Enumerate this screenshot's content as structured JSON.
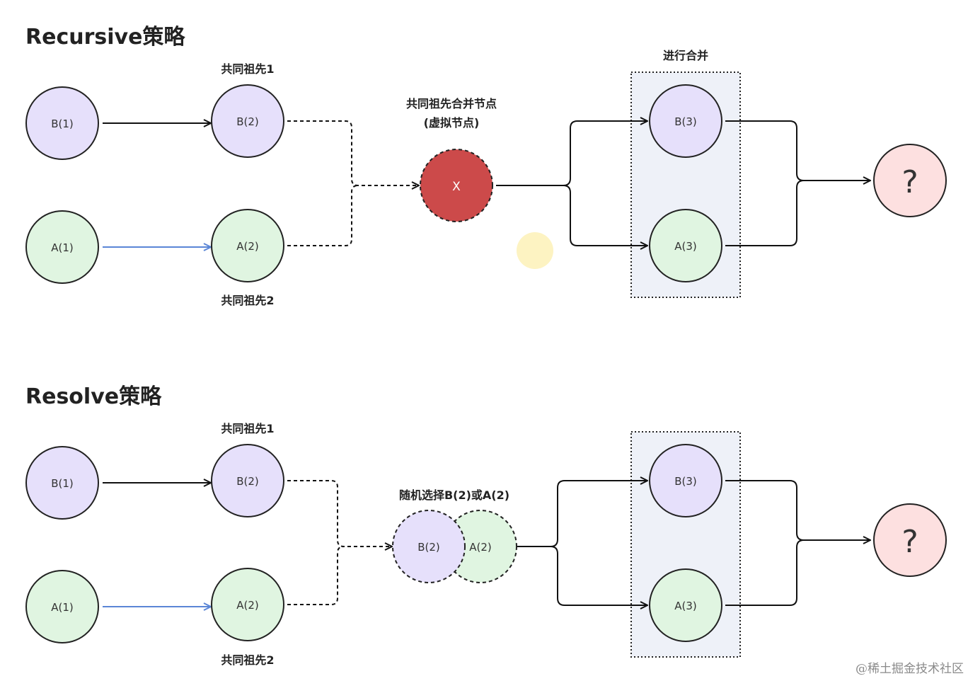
{
  "recursive": {
    "title": "Recursive策略",
    "label_ancestor1": "共同祖先1",
    "label_ancestor2": "共同祖先2",
    "label_virtual_line1": "共同祖先合并节点",
    "label_virtual_line2": "(虚拟节点)",
    "label_merge": "进行合并",
    "nodes": {
      "b1": "B(1)",
      "a1": "A(1)",
      "b2": "B(2)",
      "a2": "A(2)",
      "x": "X",
      "b3": "B(3)",
      "a3": "A(3)",
      "q": "?"
    }
  },
  "resolve": {
    "title": "Resolve策略",
    "label_ancestor1": "共同祖先1",
    "label_ancestor2": "共同祖先2",
    "label_random": "随机选择B(2)或A(2)",
    "nodes": {
      "b1": "B(1)",
      "a1": "A(1)",
      "b2": "B(2)",
      "a2": "A(2)",
      "pick_b": "B(2)",
      "pick_a": "A(2)",
      "b3": "B(3)",
      "a3": "A(3)",
      "q": "?"
    }
  },
  "watermark": "@稀土掘金技术社区",
  "colors": {
    "purple_node": "#e6e0fb",
    "green_node": "#e0f5e1",
    "red_node": "#cc4a4a",
    "pink_node": "#fde0e0",
    "merge_box": "#eef1f8",
    "blue_arrow": "#5b86d6",
    "highlight": "#fdf3c2"
  }
}
